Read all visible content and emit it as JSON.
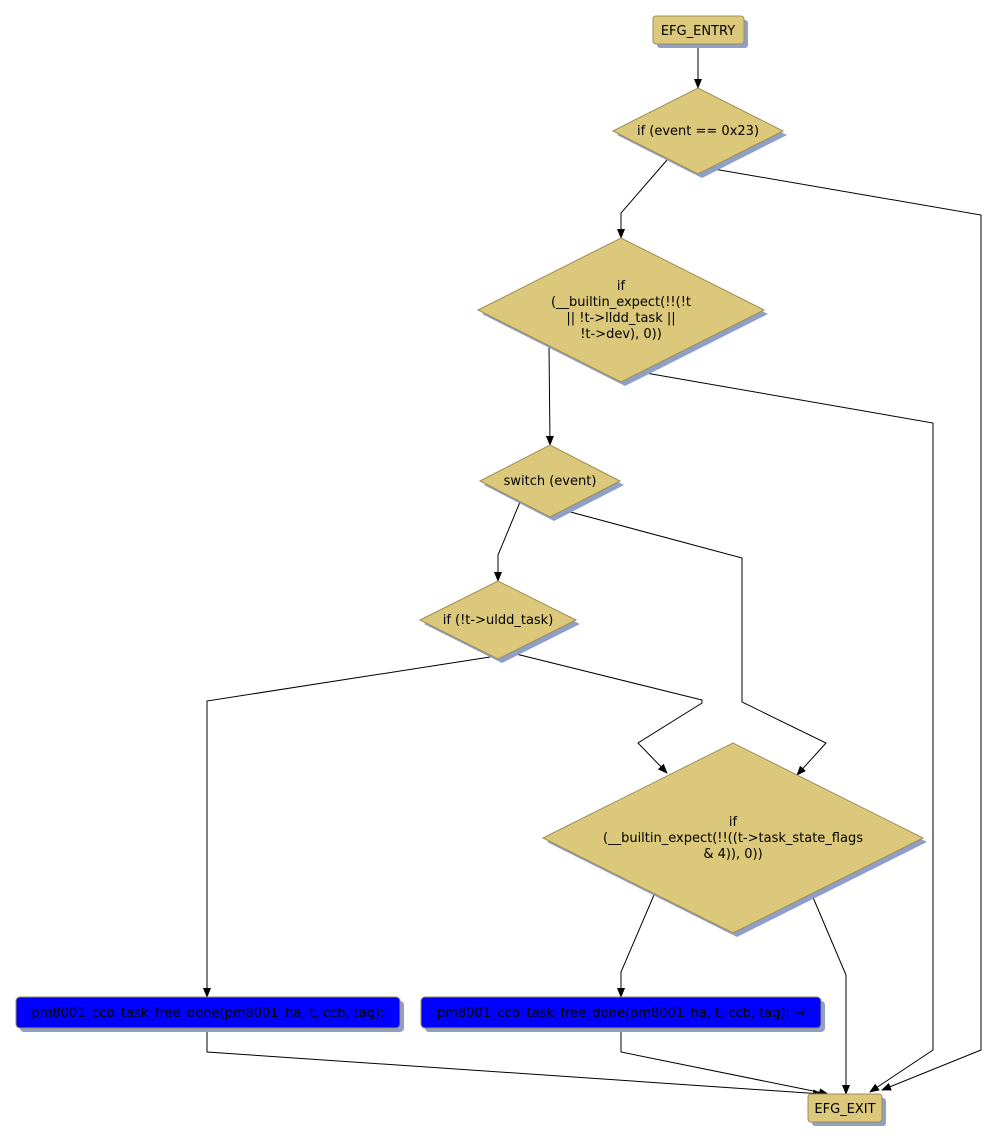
{
  "colors": {
    "node_fill": "#dbc87b",
    "statement_fill": "#0000ff",
    "shadow": "#8fa0c8"
  },
  "nodes": {
    "entry": "EFG_ENTRY",
    "d1": "if (event == 0x23)",
    "d2": [
      "if",
      "(__builtin_expect(!!(!t",
      "|| !t->lldd_task ||",
      "!t->dev), 0))"
    ],
    "d3": "switch (event)",
    "d4": "if (!t->uldd_task)",
    "d5": [
      "if",
      "(__builtin_expect(!!((t->task_state_flags",
      "& 4)), 0))"
    ],
    "s1": "pm8001_ccb_task_free_done(pm8001_ha, t, ccb, tag);",
    "s2": "pm8001_ccb_task_free_done(pm8001_ha, t, ccb, tag); →",
    "exit": "EFG_EXIT"
  }
}
